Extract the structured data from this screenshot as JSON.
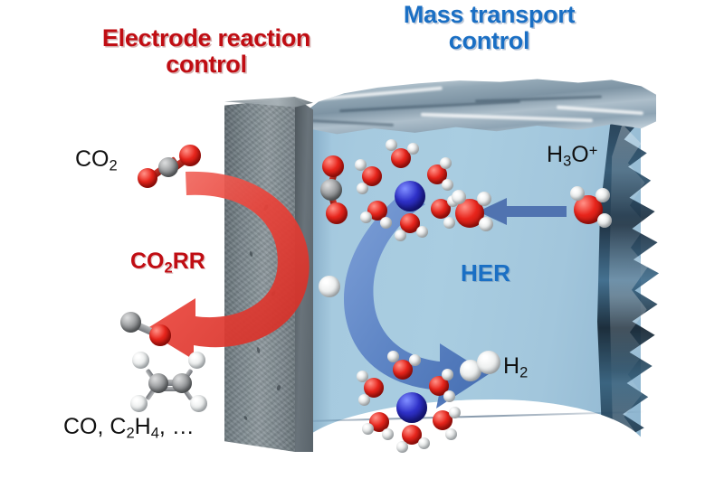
{
  "titles": {
    "left": "Electrode reaction\ncontrol",
    "right": "Mass transport\ncontrol",
    "left_color": "#c00d13",
    "right_color": "#1a6fc4"
  },
  "labels": {
    "co2": "CO",
    "co2_sub": "2",
    "co2rr": "CO",
    "co2rr_sub": "2",
    "co2rr_tail": "RR",
    "products": "CO, C",
    "products_sub1": "2",
    "products_mid": "H",
    "products_sub2": "4",
    "products_tail": ", …",
    "hydronium": "H",
    "hydronium_sub": "3",
    "hydronium_mid": "O",
    "hydronium_sup": "+",
    "her": "HER",
    "hydrogen": "H",
    "hydrogen_sub": "2"
  },
  "regions": {
    "electrode_name": "catalyst electrode slab",
    "electrolyte_name": "aqueous electrolyte",
    "electrode_color": "#7c878d",
    "water_color": "#a6cadf"
  },
  "species": {
    "oxygen_color": "#e8251c",
    "hydrogen_color": "#eef0f0",
    "carbon_color": "#9a9c9e",
    "cation_color": "#2f31c9"
  },
  "arrows": {
    "co2rr_arrow": "red curved arrow CO2 to products",
    "her_arrow": "blue curved arrow to H2",
    "transport_arrow": "blue straight arrow leftward",
    "red_color": "#e8534a",
    "blue_color": "#5b82c4"
  }
}
